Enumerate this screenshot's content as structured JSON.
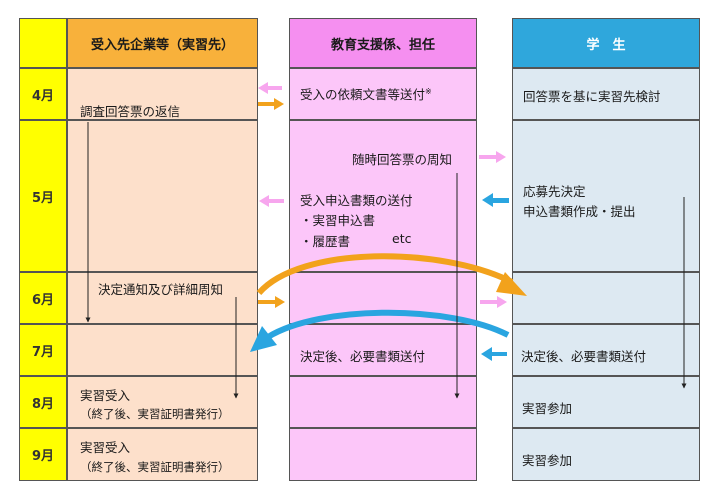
{
  "headers": {
    "company": "受入先企業等（実習先）",
    "education": "教育支援係、担任",
    "student": "学　生"
  },
  "months": [
    "4月",
    "5月",
    "6月",
    "7月",
    "8月",
    "9月"
  ],
  "april": {
    "company": "調査回答票の返信",
    "education": "受入の依頼文書等送付",
    "education_mark": "※",
    "student": "回答票を基に実習先検討"
  },
  "may": {
    "education_notice": "随時回答票の周知",
    "education_send": "受入申込書類の送付",
    "education_item1": "・実習申込書",
    "education_item2": "・履歴書",
    "education_etc": "etc",
    "student_line1": "応募先決定",
    "student_line2": "申込書類作成・提出"
  },
  "june": {
    "company": "決定通知及び詳細周知"
  },
  "july": {
    "education": "決定後、必要書類送付",
    "student": "決定後、必要書類送付"
  },
  "august": {
    "company_line1": "実習受入",
    "company_line2": "（終了後、実習証明書発行）",
    "student": "実習参加"
  },
  "september": {
    "company_line1": "実習受入",
    "company_line2": "（終了後、実習証明書発行）",
    "student": "実習参加"
  },
  "colors": {
    "month_yellow": "#ffff00",
    "company_header": "#f8b13b",
    "company_body": "#fde0cb",
    "education_header": "#f58ff0",
    "education_body": "#fcc6f9",
    "student_header": "#2fa7dc",
    "student_body": "#dde9f2",
    "arrow_orange": "#f2a21c",
    "arrow_pink": "#f7a6ee",
    "arrow_blue": "#2aa5e0"
  }
}
